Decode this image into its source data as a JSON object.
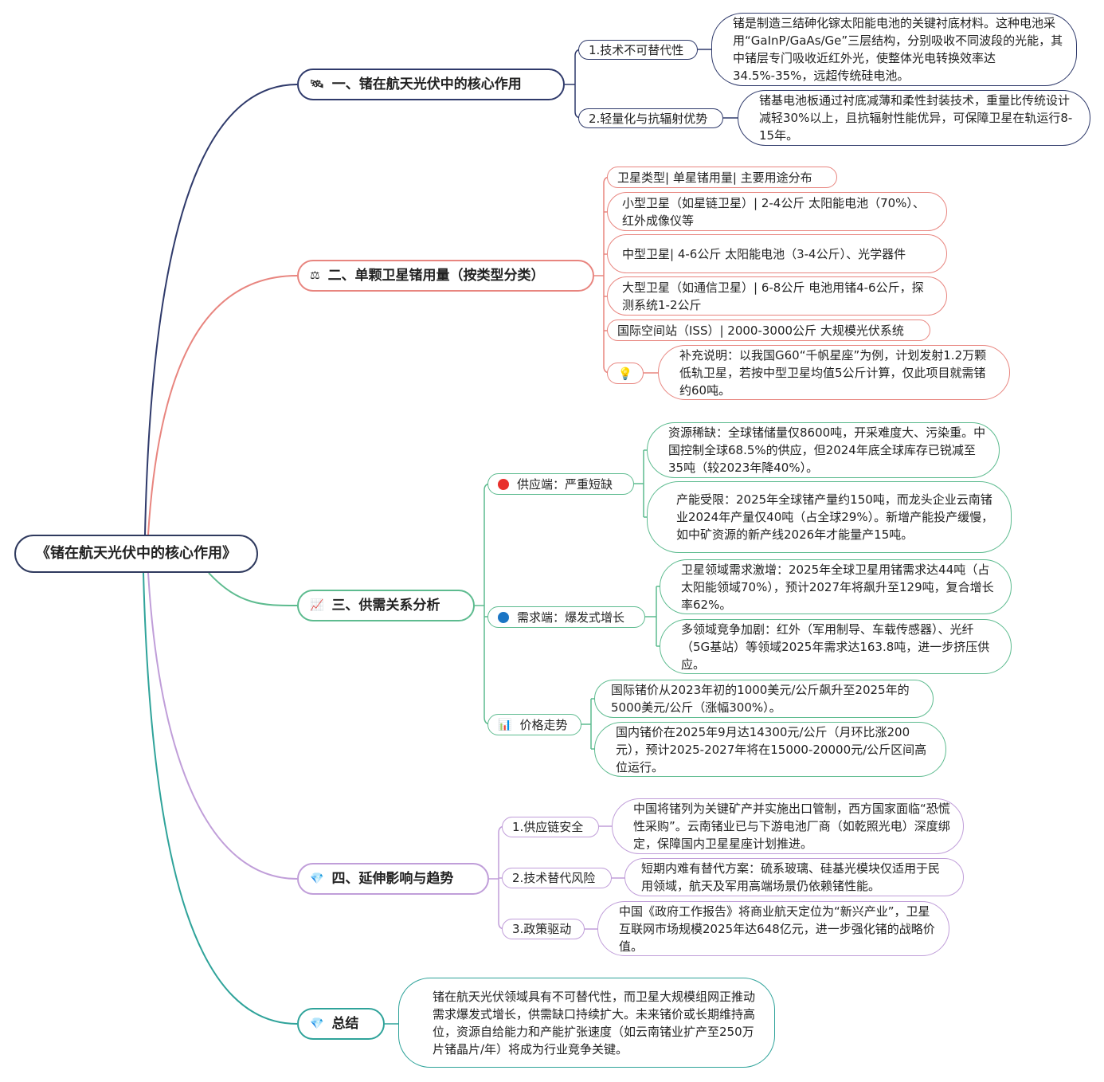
{
  "root": "《锗在航天光伏中的核心作用》",
  "colors": {
    "b1": "#2f3a6b",
    "b2": "#e8857f",
    "b3": "#5dbb8f",
    "b4": "#c09ed9",
    "b5": "#2fa39a"
  },
  "b1": {
    "icon": "satellite-icon",
    "title": "一、锗在航天光伏中的核心作用",
    "c1": "1.技术不可替代性",
    "d1": "锗是制造三结砷化镓太阳能电池的关键衬底材料。这种电池采用“GaInP/GaAs/Ge”三层结构，分别吸收不同波段的光能，其中锗层专门吸收近红外光，使整体光电转换效率达34.5%-35%，远超传统硅电池。",
    "c2": "2.轻量化与抗辐射优势",
    "d2": "锗基电池板通过衬底减薄和柔性封装技术，重量比传统设计减轻30%以上，且抗辐射性能优异，可保障卫星在轨运行8-15年。"
  },
  "b2": {
    "icon": "balance-scale-icon",
    "title": "二、单颗卫星锗用量（按类型分类）",
    "items": [
      "卫星类型| 单星锗用量| 主要用途分布",
      "小型卫星（如星链卫星）| 2-4公斤 太阳能电池（70%）、红外成像仪等",
      "中型卫星| 4-6公斤 太阳能电池（3-4公斤）、光学器件",
      "大型卫星（如通信卫星）| 6-8公斤 电池用锗4-6公斤，探测系统1-2公斤",
      "国际空间站（ISS）| 2000-3000公斤 大规模光伏系统"
    ],
    "note": "补充说明：以我国G60“千帆星座”为例，计划发射1.2万颗低轨卫星，若按中型卫星均值5公斤计算，仅此项目就需锗约60吨。"
  },
  "b3": {
    "icon": "chart-icon",
    "title": "三、供需关系分析",
    "supply": "供应端：严重短缺",
    "supply_d": [
      "资源稀缺：全球锗储量仅8600吨，开采难度大、污染重。中国控制全球68.5%的供应，但2024年底全球库存已锐减至35吨（较2023年降40%）。",
      "产能受限：2025年全球锗产量约150吨，而龙头企业云南锗业2024年产量仅40吨（占全球29%）。新增产能投产缓慢，如中矿资源的新产线2026年才能量产15吨。"
    ],
    "demand": "需求端：爆发式增长",
    "demand_d": [
      "卫星领域需求激增：2025年全球卫星用锗需求达44吨（占太阳能领域70%），预计2027年将飙升至129吨，复合增长率62%。",
      "多领域竞争加剧：红外（军用制导、车载传感器）、光纤（5G基站）等领域2025年需求达163.8吨，进一步挤压供应。"
    ],
    "price": "价格走势",
    "price_d": [
      "国际锗价从2023年初的1000美元/公斤飙升至2025年的5000美元/公斤（涨幅300%）。",
      "国内锗价在2025年9月达14300元/公斤（月环比涨200元），预计2025-2027年将在15000-20000元/公斤区间高位运行。"
    ]
  },
  "b4": {
    "icon": "gem-icon",
    "title": "四、延伸影响与趋势",
    "c1": "1.供应链安全",
    "d1": "中国将锗列为关键矿产并实施出口管制，西方国家面临“恐慌性采购”。云南锗业已与下游电池厂商（如乾照光电）深度绑定，保障国内卫星星座计划推进。",
    "c2": "2.技术替代风险",
    "d2": "短期内难有替代方案：硫系玻璃、硅基光模块仅适用于民用领域，航天及军用高端场景仍依赖锗性能。",
    "c3": "3.政策驱动",
    "d3": "中国《政府工作报告》将商业航天定位为“新兴产业”，卫星互联网市场规模2025年达648亿元，进一步强化锗的战略价值。"
  },
  "b5": {
    "icon": "gem-icon",
    "title": "总结",
    "d": "锗在航天光伏领域具有不可替代性，而卫星大规模组网正推动需求爆发式增长，供需缺口持续扩大。未来锗价或长期维持高位，资源自给能力和产能扩张速度（如云南锗业扩产至250万片锗晶片/年）将成为行业竞争关键。"
  }
}
